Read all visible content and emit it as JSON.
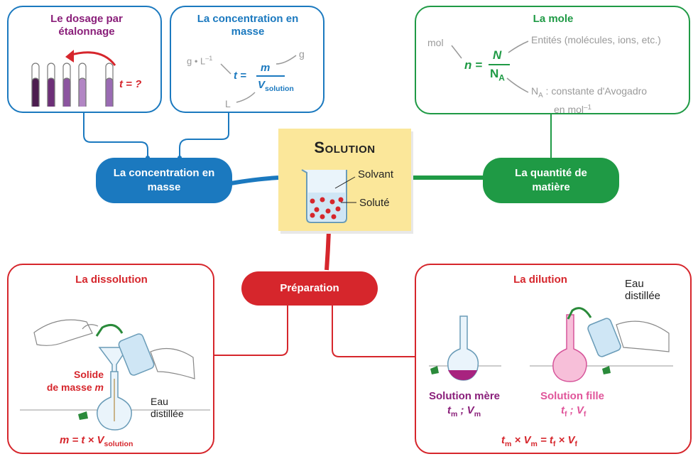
{
  "colors": {
    "blue": "#1b79bf",
    "green": "#1f9a45",
    "red": "#d6262c",
    "purple": "#8a1f7a",
    "pink": "#e0559a",
    "yellow": "#fbe79a"
  },
  "center": {
    "title": "Solution",
    "solvent": "Solvant",
    "solute": "Soluté"
  },
  "nodes": {
    "concentration": "La concentration en masse",
    "quantity": "La quantité de matière",
    "preparation": "Préparation"
  },
  "dosage": {
    "title": "Le dosage par étalonnage",
    "question": "t = ?"
  },
  "cmasse": {
    "title": "La concentration en masse",
    "unit_gl": "g • L",
    "unit_gl_exp": "–1",
    "unit_g": "g",
    "unit_l": "L",
    "eq_t": "t =",
    "eq_m": "m",
    "eq_v": "V",
    "eq_vsub": "solution"
  },
  "mole": {
    "title": "La mole",
    "unit_mol": "mol",
    "eq_n": "n =",
    "eq_N": "N",
    "eq_NA": "N",
    "eq_NA_sub": "A",
    "entities": "Entités (molécules, ions, etc.)",
    "na_label": "N",
    "na_sub": "A",
    "na_text": " : constante d'Avogadro",
    "na_text2": "en mol",
    "na_exp": "–1"
  },
  "dissolution": {
    "title": "La dissolution",
    "solid": "Solide",
    "solid2": "de masse",
    "solid_m": "m",
    "water": "Eau",
    "water2": "distillée",
    "formula": "m = t × V",
    "formula_sub": "solution"
  },
  "dilution": {
    "title": "La dilution",
    "water": "Eau",
    "water2": "distillée",
    "mother": "Solution mère",
    "mother_vals": "t",
    "mother_sub1": "m",
    "mother_mid": " ; V",
    "mother_sub2": "m",
    "daughter": "Solution fille",
    "daughter_vals": "t",
    "daughter_sub1": "f",
    "daughter_mid": " ; V",
    "daughter_sub2": "f",
    "formula_t": "t",
    "formula_tm": "m",
    "formula_x": " × V",
    "formula_vm": "m",
    "formula_eq": " = t",
    "formula_tf": "f",
    "formula_x2": " × V",
    "formula_vf": "f"
  }
}
